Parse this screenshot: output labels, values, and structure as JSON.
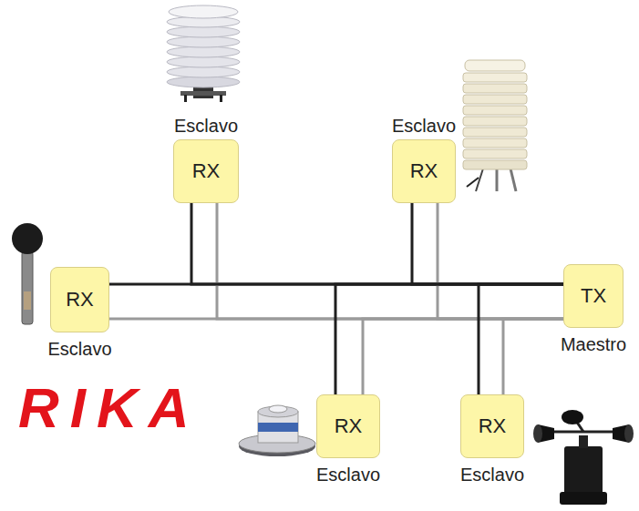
{
  "diagram": {
    "nodes": [
      {
        "text": [
          "Esclavo",
          "RX"
        ]
      },
      {
        "text": [
          "Esclavo",
          "RX"
        ]
      },
      {
        "text": [
          "RX",
          "Esclavo"
        ]
      },
      {
        "text": [
          "TX",
          "Maestro"
        ]
      },
      {
        "text": [
          "RX",
          "Esclavo"
        ]
      },
      {
        "text": [
          "RX",
          "Esclavo"
        ]
      }
    ],
    "edges": [
      {
        "from": 3,
        "to": 0,
        "arrow": "none"
      },
      {
        "from": 3,
        "to": 1,
        "arrow": "none"
      },
      {
        "from": 3,
        "to": 2,
        "arrow": "none"
      },
      {
        "from": 3,
        "to": 4,
        "arrow": "none"
      },
      {
        "from": 3,
        "to": 5,
        "arrow": "none"
      }
    ],
    "labels": [
      "RIKA"
    ]
  }
}
